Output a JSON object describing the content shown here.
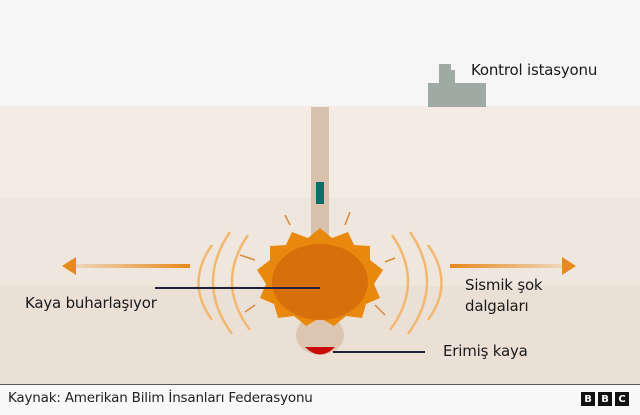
{
  "diagram": {
    "labels": {
      "control_station": "Kontrol istasyonu",
      "rock_vaporizing": "Kaya buharlaşıyor",
      "seismic_line1": "Sismik şok",
      "seismic_line2": "dalgaları",
      "molten_rock": "Erimiş kaya"
    },
    "colors": {
      "sky": "#f6f6f6",
      "ground1": "#f3ebe4",
      "ground2": "#efe6dd",
      "ground3": "#ebe0d6",
      "shaft": "#d8c2ad",
      "device": "#0e6e6a",
      "explosion_outer": "#e8890e",
      "explosion_inner": "#d7700a",
      "waves": "#f2b870",
      "arrow": "#e8891c",
      "molten": "#cc0a0a",
      "station": "#a0aaa5",
      "leader_line": "#22223a"
    }
  },
  "footer": {
    "source": "Kaynak: Amerikan Bilim İnsanları Federasyonu",
    "logo": [
      "B",
      "B",
      "C"
    ]
  }
}
